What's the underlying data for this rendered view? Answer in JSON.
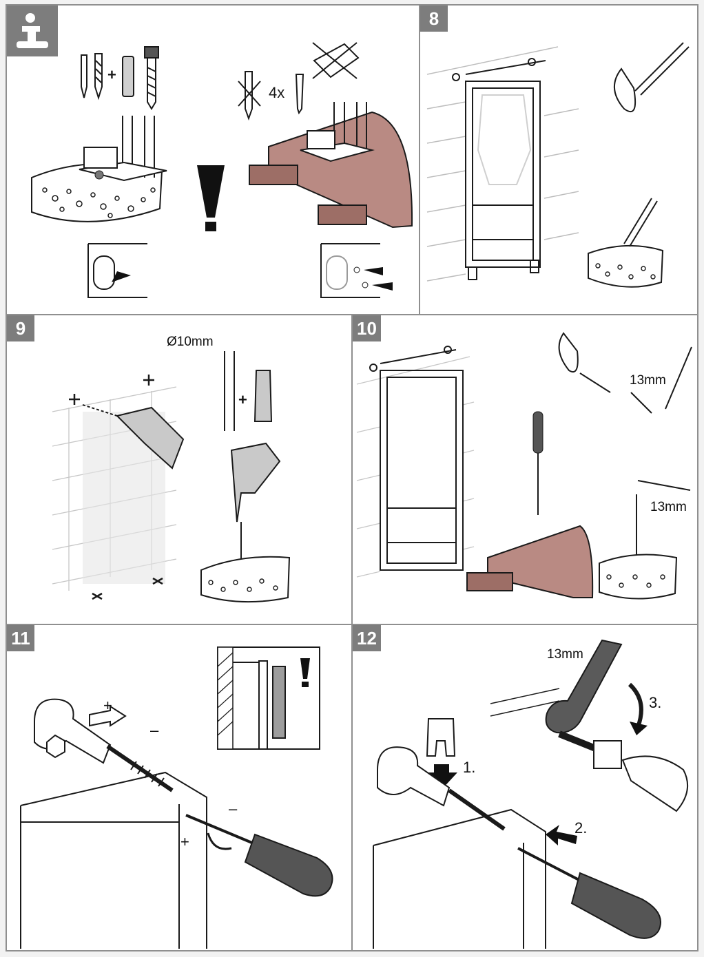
{
  "panels": {
    "info": {
      "quantity_label": "4x"
    },
    "step8": {
      "number": "8"
    },
    "step9": {
      "number": "9",
      "drill_diameter": "Ø10mm",
      "plus_sign": "+"
    },
    "step10": {
      "number": "10",
      "wrench_size_top": "13mm",
      "wrench_size_bottom": "13mm"
    },
    "step11": {
      "number": "11",
      "plus_top": "+",
      "minus_top": "–",
      "minus_screw": "–",
      "plus_screw": "+"
    },
    "step12": {
      "number": "12",
      "wrench_size": "13mm",
      "step_1": "1.",
      "step_2": "2.",
      "step_3": "3."
    }
  },
  "icons": {
    "info_panel": "info-pictogram-icon",
    "warning": "exclamation-icon"
  },
  "colors": {
    "badge": "#7d7d7d",
    "wood": "#b98a83",
    "border": "#8f8f8f",
    "line": "#1a1a1a"
  }
}
